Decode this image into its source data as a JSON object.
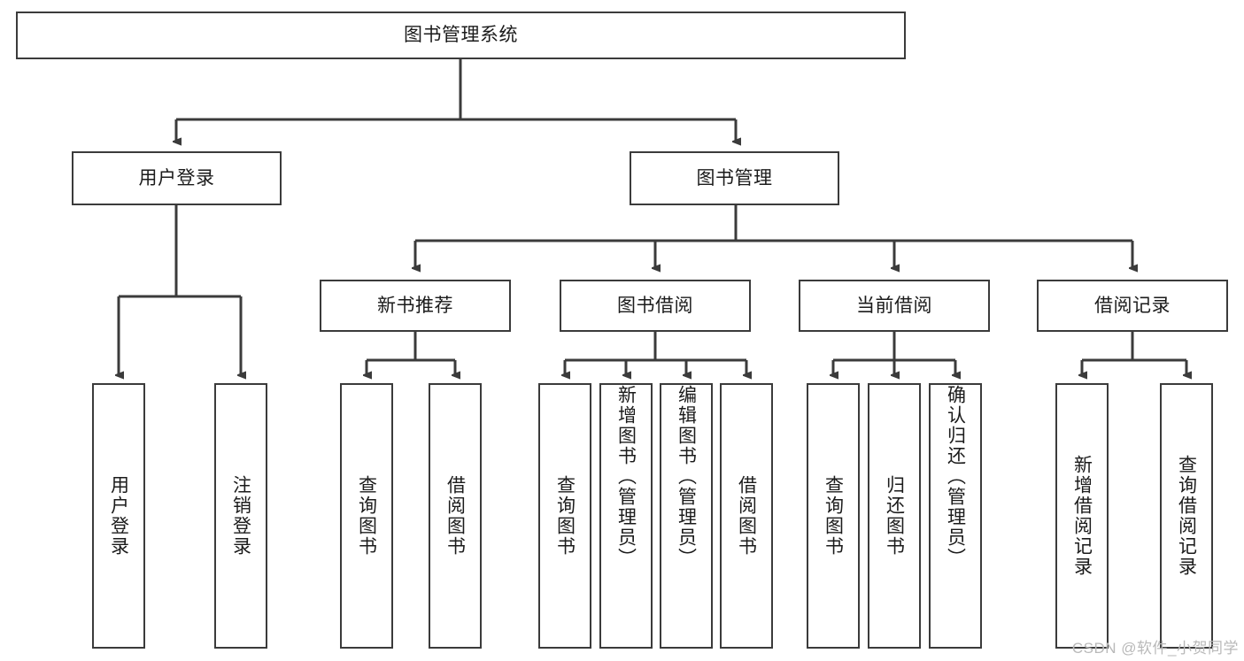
{
  "diagram": {
    "title_node": {
      "label": "图书管理系统"
    },
    "level1": [
      {
        "key": "user_login",
        "label": "用户登录"
      },
      {
        "key": "book_manage",
        "label": "图书管理"
      }
    ],
    "level2": [
      {
        "key": "new_book_rec",
        "label": "新书推荐"
      },
      {
        "key": "book_borrow",
        "label": "图书借阅"
      },
      {
        "key": "current_borrow",
        "label": "当前借阅"
      },
      {
        "key": "borrow_record",
        "label": "借阅记录"
      }
    ],
    "leaves": [
      {
        "key": "leaf-user-login",
        "label": "用户登录",
        "group": "user_login"
      },
      {
        "key": "leaf-logout-login",
        "label": "注销登录",
        "group": "user_login"
      },
      {
        "key": "leaf-query-book-1",
        "label": "查询图书",
        "group": "new_book_rec"
      },
      {
        "key": "leaf-borrow-book-1",
        "label": "借阅图书",
        "group": "new_book_rec"
      },
      {
        "key": "leaf-query-book-2",
        "label": "查询图书",
        "group": "book_borrow"
      },
      {
        "key": "leaf-add-book",
        "label": "新增图书（管理员）",
        "group": "book_borrow"
      },
      {
        "key": "leaf-edit-book",
        "label": "编辑图书（管理员）",
        "group": "book_borrow"
      },
      {
        "key": "leaf-borrow-book-2",
        "label": "借阅图书",
        "group": "book_borrow"
      },
      {
        "key": "leaf-query-book-3",
        "label": "查询图书",
        "group": "current_borrow"
      },
      {
        "key": "leaf-return-book",
        "label": "归还图书",
        "group": "current_borrow"
      },
      {
        "key": "leaf-confirm-return",
        "label": "确认归还（管理员）",
        "group": "current_borrow"
      },
      {
        "key": "leaf-add-record",
        "label": "新增借阅记录",
        "group": "borrow_record"
      },
      {
        "key": "leaf-query-record",
        "label": "查询借阅记录",
        "group": "borrow_record"
      }
    ],
    "watermark": "CSDN @软件_小贺同学",
    "colors": {
      "stroke": "#3b3b3b",
      "text": "#1b1b1b",
      "background": "#ffffff",
      "watermark": "#b9b9b9"
    }
  }
}
